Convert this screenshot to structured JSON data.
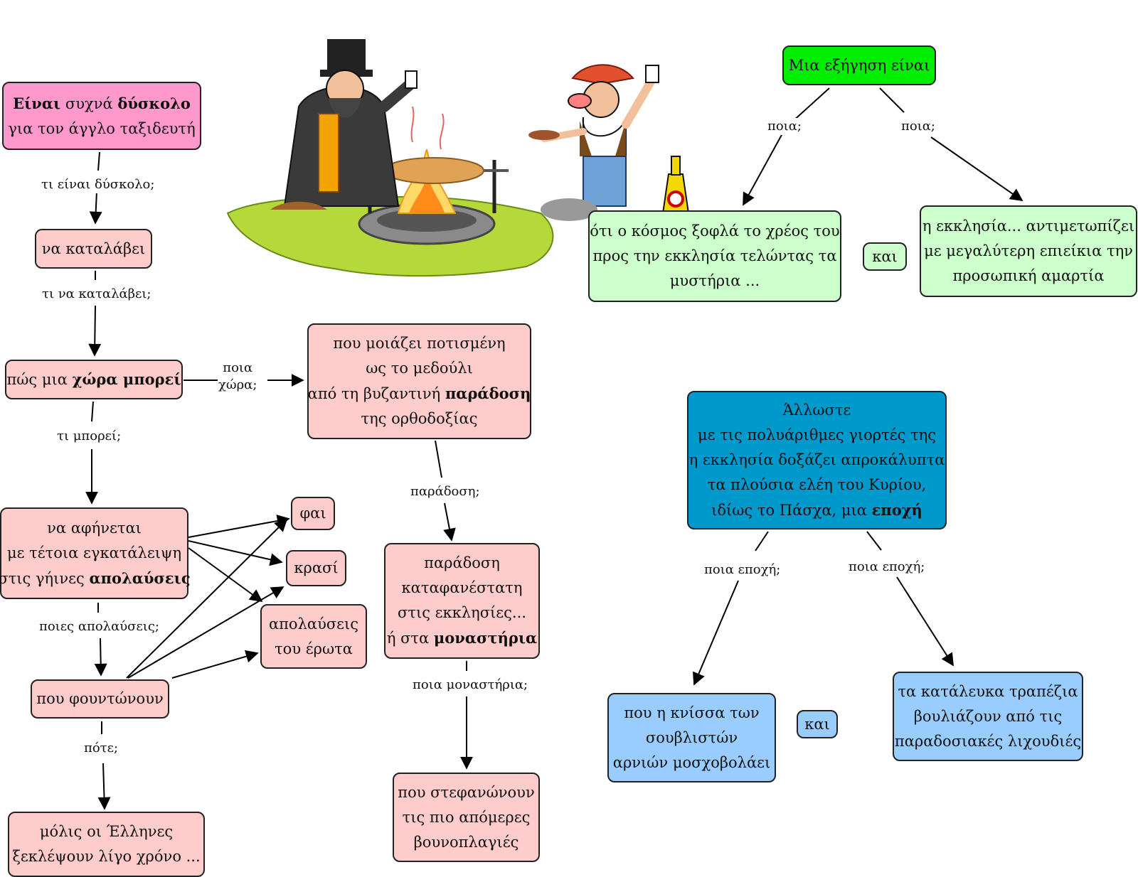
{
  "nodes": {
    "intro": [
      "<b>Είναι</b> συχνά <b>δύσκολο</b>",
      "για τον άγγλο ταξιδευτή"
    ],
    "understand": [
      "να καταλάβει"
    ],
    "country": [
      "πώς μια <b>χώρα μπορεί</b>"
    ],
    "soaked": [
      "που μοιάζει ποτισμένη",
      "ως το μεδούλι",
      "από τη βυζαντινή <b>παράδοση</b>",
      "της ορθοδοξίας"
    ],
    "abandon": [
      "να αφήνεται",
      "με τέτοια εγκατάλειψη",
      "στις γήινες <b>απολαύσεις</b>"
    ],
    "food": [
      "φαι"
    ],
    "wine": [
      "κρασί"
    ],
    "love": [
      "απολαύσεις",
      "του έρωτα"
    ],
    "flourish": [
      "που φουντώνουν"
    ],
    "greeks": [
      "μόλις οι Έλληνες",
      "ξεκλέψουν λίγο χρόνο ..."
    ],
    "tradition": [
      "παράδοση",
      "καταφανέστατη",
      "στις εκκλησίες...",
      "ή στα <b>μοναστήρια</b>"
    ],
    "crown": [
      "που στεφανώνουν",
      "τις πιο απόμερες",
      "βουνοπλαγιές"
    ],
    "explanation": [
      "Μια εξήγηση είναι"
    ],
    "debt": [
      "ότι ο κόσμος ξοφλά το χρέος του",
      "προς την εκκλησία τελώντας τα",
      "μυστήρια ..."
    ],
    "and1": [
      "και"
    ],
    "leniency": [
      "η εκκλησία... αντιμετωπίζει",
      "με μεγαλύτερη επιείκια την",
      "προσωπική αμαρτία"
    ],
    "besides": [
      "Άλλωστε",
      "με τις πολυάριθμες γιορτές της",
      "η εκκλησία δοξάζει απροκάλυπτα",
      "τα πλούσια ελέη του Κυρίου,",
      "ιδίως το Πάσχα, μια <b>εποχή</b>"
    ],
    "smell": [
      "που η κνίσσα των",
      "σουβλιστών",
      "αρνιών μοσχοβολάει"
    ],
    "and2": [
      "και"
    ],
    "tables": [
      "τα κατάλευκα τραπέζια",
      "βουλιάζουν από τις",
      "παραδοσιακές λιχουδιές"
    ]
  },
  "labels": {
    "what_difficult": [
      "τι είναι δύσκολο;"
    ],
    "what_understand": [
      "τι να καταλάβει;"
    ],
    "which_country": [
      "ποια",
      "χώρα;"
    ],
    "what_can": [
      "τι μπορεί;"
    ],
    "which_pleasures": [
      "ποιες απολαύσεις;"
    ],
    "when": [
      "πότε;"
    ],
    "tradition_q": [
      "παράδοση;"
    ],
    "which_monasteries": [
      "ποια μοναστήρια;"
    ],
    "which1": [
      "ποια;"
    ],
    "which2": [
      "ποια;"
    ],
    "which_season1": [
      "ποια εποχή;"
    ],
    "which_season2": [
      "ποια εποχή;"
    ]
  },
  "colors": {
    "pink_dark": "#ff99cc",
    "pink": "#ffcccc",
    "green_dark": "#00ee00",
    "green": "#ccffcc",
    "blue_dark": "#0099cc",
    "blue": "#99ccff"
  },
  "illustration": "priest-and-cowboy-roasting-lamb"
}
